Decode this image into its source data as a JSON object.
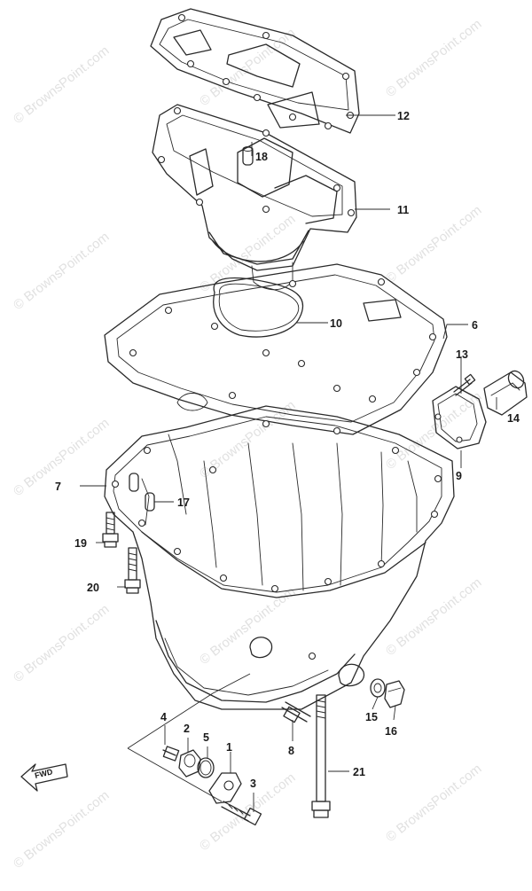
{
  "watermark": "© BrownsPoint.com",
  "direction_label": "FWD",
  "callouts": [
    {
      "id": "c1",
      "label": "1"
    },
    {
      "id": "c2",
      "label": "2"
    },
    {
      "id": "c3",
      "label": "3"
    },
    {
      "id": "c4",
      "label": "4"
    },
    {
      "id": "c5",
      "label": "5"
    },
    {
      "id": "c6",
      "label": "6"
    },
    {
      "id": "c7",
      "label": "7"
    },
    {
      "id": "c8",
      "label": "8"
    },
    {
      "id": "c9",
      "label": "9"
    },
    {
      "id": "c10",
      "label": "10"
    },
    {
      "id": "c11",
      "label": "11"
    },
    {
      "id": "c12",
      "label": "12"
    },
    {
      "id": "c13",
      "label": "13"
    },
    {
      "id": "c14",
      "label": "14"
    },
    {
      "id": "c15",
      "label": "15"
    },
    {
      "id": "c16",
      "label": "16"
    },
    {
      "id": "c17",
      "label": "17"
    },
    {
      "id": "c18",
      "label": "18"
    },
    {
      "id": "c19",
      "label": "19"
    },
    {
      "id": "c20",
      "label": "20"
    },
    {
      "id": "c21",
      "label": "21"
    }
  ]
}
